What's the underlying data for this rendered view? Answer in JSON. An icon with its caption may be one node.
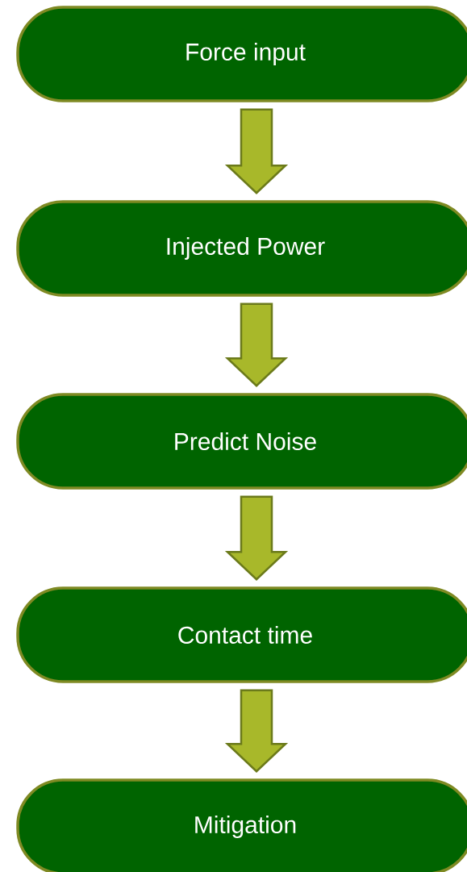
{
  "diagram": {
    "nodes": [
      {
        "text": [
          "Force input"
        ]
      },
      {
        "text": [
          "Injected Power"
        ]
      },
      {
        "text": [
          "Predict Noise"
        ]
      },
      {
        "text": [
          "Contact time"
        ]
      },
      {
        "text": [
          "Mitigation"
        ]
      }
    ],
    "edges": [
      {
        "from": 0,
        "to": 1,
        "arrow": "to"
      },
      {
        "from": 1,
        "to": 2,
        "arrow": "to"
      },
      {
        "from": 2,
        "to": 3,
        "arrow": "to"
      },
      {
        "from": 3,
        "to": 4,
        "arrow": "to"
      }
    ]
  }
}
